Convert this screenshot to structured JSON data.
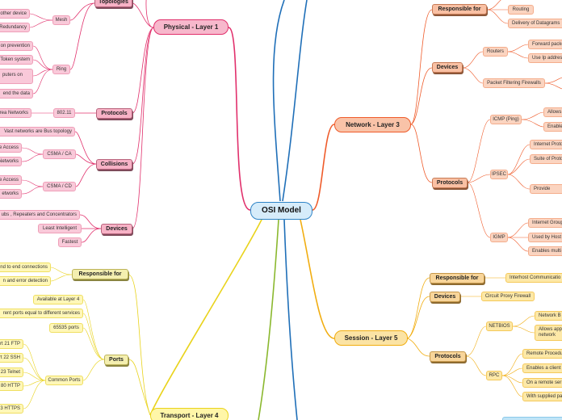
{
  "root": {
    "label": "OSI Model"
  },
  "main": {
    "physical": "Physical - Layer 1",
    "network": "Network - Layer 3",
    "session": "Session - Layer 5",
    "transport": "Transport - Layer 4"
  },
  "physical": {
    "topologies": "Topologies",
    "mesh": "Mesh",
    "mesh_items": [
      "other device",
      "Redundancy"
    ],
    "ring": "Ring",
    "ring_items": [
      "on prevention",
      "Token system",
      "puters on",
      "end the data"
    ],
    "protocols": "Protocols",
    "protocol_802": "802.11",
    "protocol_802_item": "rea Networks",
    "collisions": "Collisions",
    "collisions_note": "Vast networks are Bus topology",
    "csma_ca": "CSMA / CA",
    "csma_ca_items": [
      "e Access",
      "Networks"
    ],
    "csma_cd": "CSMA / CD",
    "csma_cd_items": [
      "e Access",
      "etworks"
    ],
    "devices": "Devices",
    "device_items": [
      "ubs , Repeaters and Concentrators",
      "Least Intelligent",
      "Fastest"
    ]
  },
  "transport": {
    "responsible": "Responsible for",
    "responsible_items": [
      "nd to end connections",
      "n and error detection"
    ],
    "ports": "Ports",
    "port_items": [
      "Available at Layer 4",
      "rent ports equal to different services",
      "65535 ports"
    ],
    "common_ports": "Common Ports",
    "common_port_items": [
      "rt 21 FTP",
      "rt 22 SSH",
      "23 Telnet",
      "80 HTTP",
      "3 HTTPS"
    ]
  },
  "network": {
    "responsible": "Responsible for",
    "responsible_items": [
      "Routing",
      "Delivery of Datagrams"
    ],
    "devices": "Devices",
    "routers": "Routers",
    "router_items": [
      "Forward packe",
      "Use Ip addres"
    ],
    "packet_filtering": "Packet Filtering Firewalls",
    "protocols": "Protocols",
    "icmp": "ICMP (Ping)",
    "icmp_items": [
      "Allows",
      "Enable"
    ],
    "ipsec": "IPSEC",
    "ipsec_items": [
      "Internet Proto",
      "Suite of Proto",
      "Provide"
    ],
    "igmp": "IGMP",
    "igmp_items": [
      "Internet Group",
      "Used by Host",
      "Enables multi"
    ]
  },
  "session": {
    "responsible": "Responsible for",
    "responsible_item": "Interhost Communicatio",
    "devices": "Devices",
    "device_item": "Circuit Proxy Firewall",
    "protocols": "Protocols",
    "netbios": "NETBIOS",
    "netbios_items": [
      "Network B",
      "Allows app network"
    ],
    "rpc": "RPC",
    "rpc_items": [
      "Remote Procedu",
      "Enables a client",
      "On a remote ser",
      "With supplied pa"
    ]
  },
  "colors": {
    "physical": "#e1306c",
    "network": "#ef5b2a",
    "session": "#f1ad10",
    "transport": "#e9d31c",
    "blue": "#1f6fb8",
    "green": "#8ab82e"
  }
}
